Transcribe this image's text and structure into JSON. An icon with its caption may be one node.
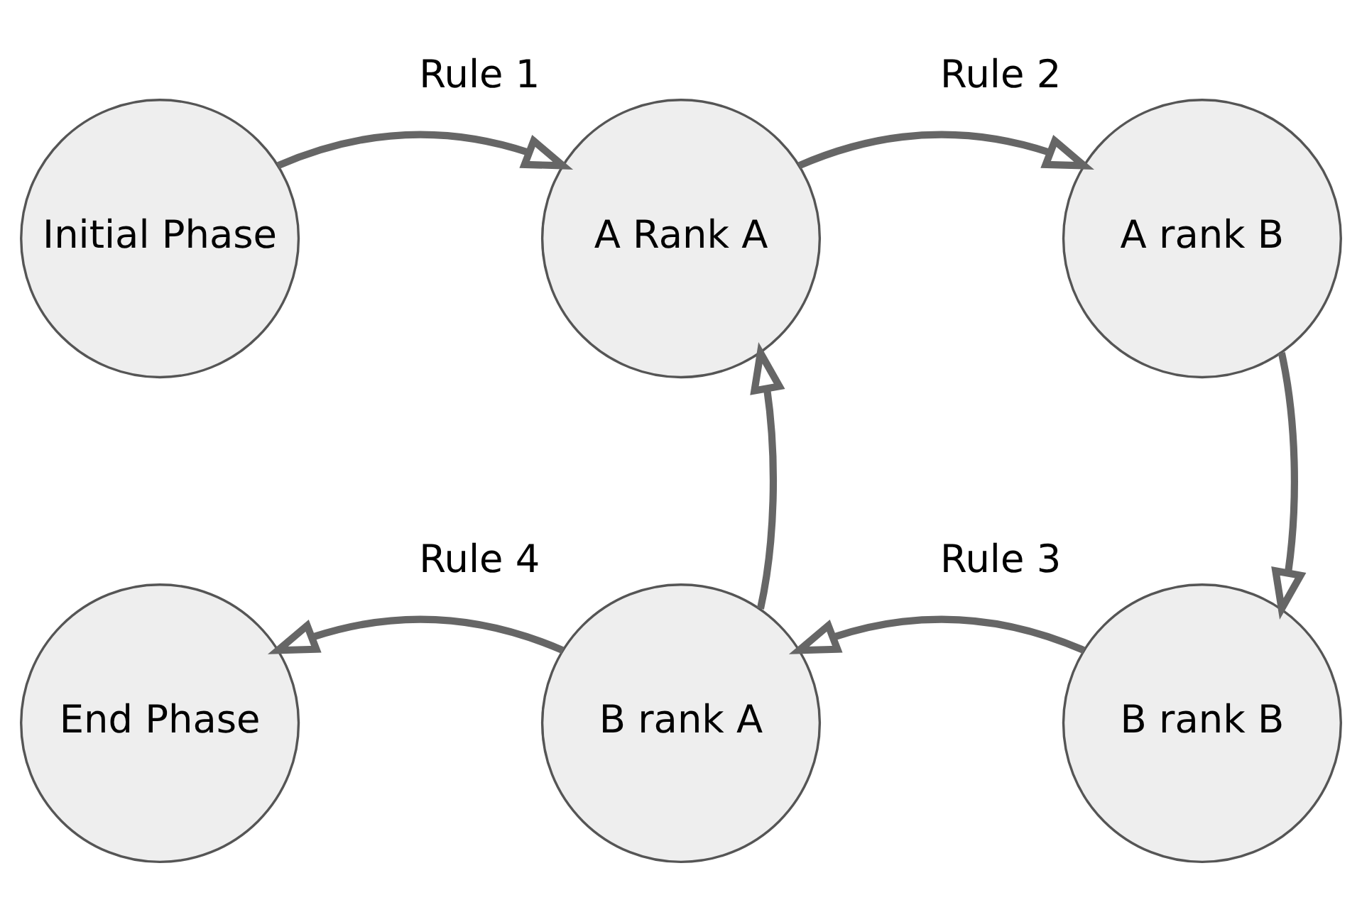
{
  "diagram": {
    "nodes": [
      {
        "text": [
          "Initial Phase"
        ]
      },
      {
        "text": [
          "A Rank A"
        ],
        "beside": [
          "Rule 1"
        ]
      },
      {
        "text": [
          "A rank B"
        ],
        "beside": [
          "Rule 2"
        ]
      },
      {
        "text": [
          "B rank B"
        ],
        "beside": [
          "Rule 3"
        ]
      },
      {
        "text": [
          "B rank A"
        ],
        "beside": [
          "Rule 4"
        ]
      },
      {
        "text": [
          "End Phase"
        ]
      }
    ],
    "edges": [
      {
        "from": 0,
        "to": 1,
        "arrow": "to"
      },
      {
        "from": 1,
        "to": 2,
        "arrow": "to"
      },
      {
        "from": 2,
        "to": 3,
        "arrow": "to"
      },
      {
        "from": 3,
        "to": 4,
        "arrow": "to"
      },
      {
        "from": 4,
        "to": 1,
        "arrow": "to"
      },
      {
        "from": 4,
        "to": 5,
        "arrow": "to"
      }
    ]
  }
}
